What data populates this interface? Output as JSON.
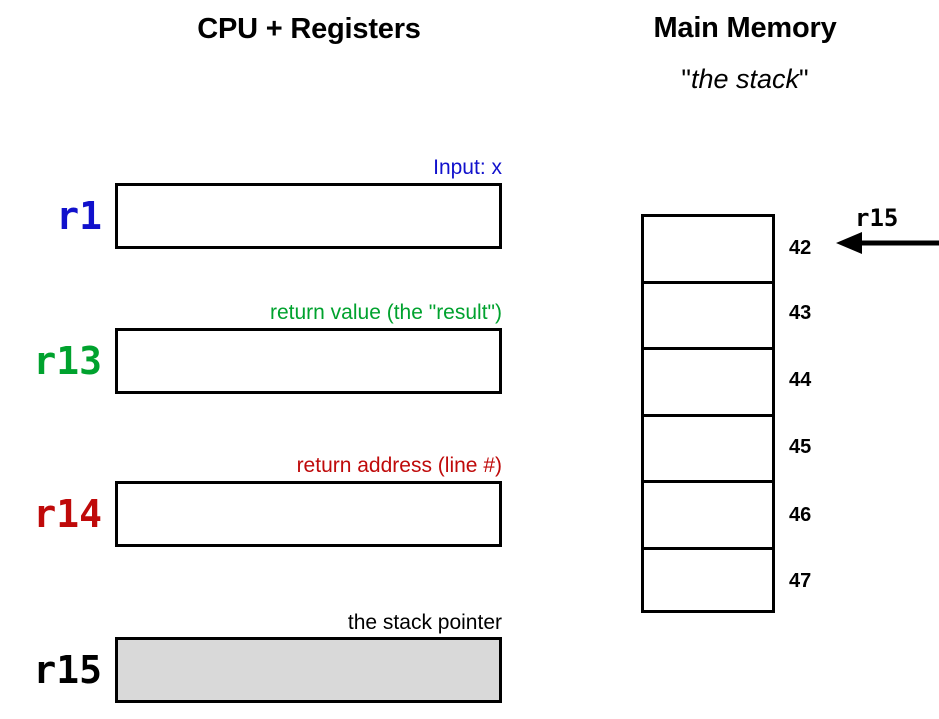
{
  "headings": {
    "cpu": "CPU + Registers",
    "memory": "Main Memory",
    "memory_sub_open_quote": "\"",
    "memory_sub_italic": "the stack",
    "memory_sub_close_quote": "\""
  },
  "colors": {
    "blue": "#1111CC",
    "green": "#00A22E",
    "red": "#BF0A0A",
    "black": "#000000",
    "filled_box": "#D9D9D9",
    "background": "#FFFFFF"
  },
  "registers": [
    {
      "name": "r1",
      "label": "Input: x",
      "color": "#1111CC",
      "filled": false
    },
    {
      "name": "r13",
      "label": "return value (the \"result\")",
      "color": "#00A22E",
      "filled": false
    },
    {
      "name": "r14",
      "label": "return address (line #)",
      "color": "#BF0A0A",
      "filled": false
    },
    {
      "name": "r15",
      "label": "the stack pointer",
      "color": "#000000",
      "filled": true
    }
  ],
  "memory": {
    "addresses": [
      "42",
      "43",
      "44",
      "45",
      "46",
      "47"
    ],
    "cell_values": [
      "",
      "",
      "",
      "",
      "",
      ""
    ],
    "pointer": {
      "label": "r15",
      "points_to_address": "42",
      "direction": "left"
    }
  }
}
